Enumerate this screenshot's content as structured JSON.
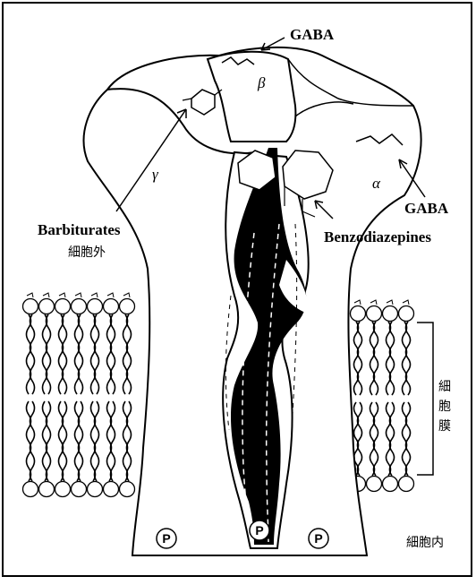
{
  "labels": {
    "gaba_top": "GABA",
    "gaba_right": "GABA",
    "beta": "β",
    "gamma": "γ",
    "alpha": "α",
    "barbiturates": "Barbiturates",
    "benzodiazepines": "Benzodiazepines",
    "extracellular": "細胞外",
    "intracellular": "細胞内",
    "membrane": [
      "細",
      "胞",
      "膜"
    ],
    "phospho": "P"
  }
}
